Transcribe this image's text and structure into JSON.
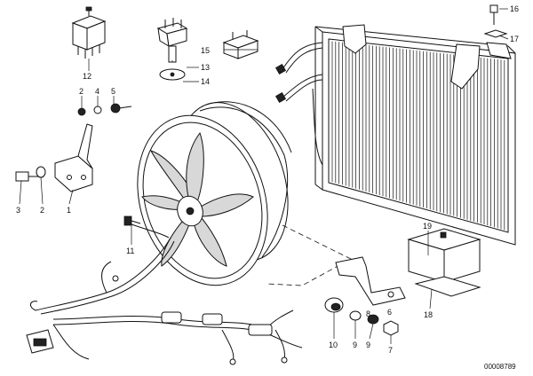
{
  "callouts": {
    "c1": "1",
    "c2a": "2",
    "c2b": "2",
    "c3": "3",
    "c4": "4",
    "c5": "5",
    "c6": "6",
    "c7": "7",
    "c8a": "8",
    "c9a": "9",
    "c9b": "9",
    "c10": "10",
    "c11": "11",
    "c12": "12",
    "c13": "13",
    "c14": "14",
    "c15": "15",
    "c16": "16",
    "c17": "17",
    "c18": "18",
    "c19": "19"
  },
  "diagram_ref": "00008789"
}
